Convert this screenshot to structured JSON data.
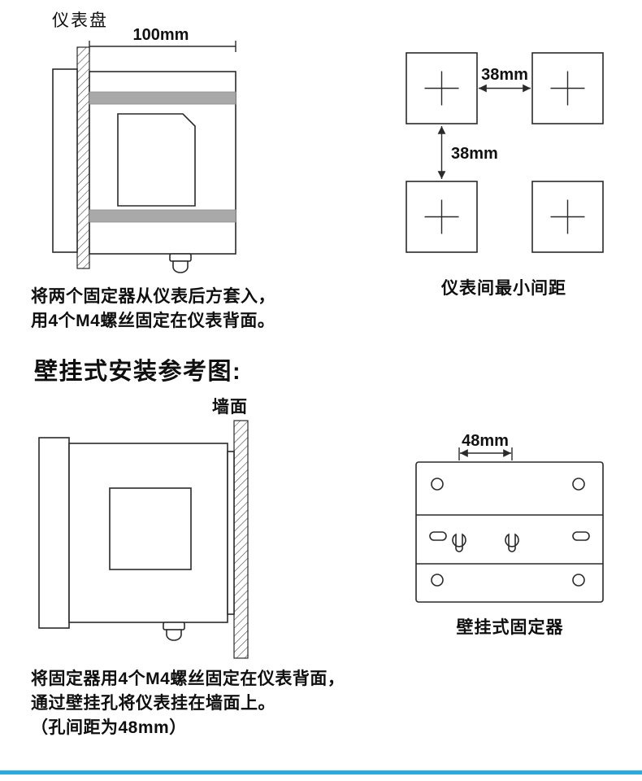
{
  "accent": {
    "bar_color": "#29abe2"
  },
  "panel_section": {
    "title": "仪表盘",
    "dim_width_label": "100mm",
    "instructions": [
      "将两个固定器从仪表后方套入，",
      "用4个M4螺丝固定在仪表背面。"
    ]
  },
  "spacing_diagram": {
    "horizontal_dim_label": "38mm",
    "vertical_dim_label": "38mm",
    "caption": "仪表间最小间距"
  },
  "wall_section": {
    "heading": "壁挂式安装参考图:",
    "wall_label": "墙面",
    "instructions": [
      "将固定器用4个M4螺丝固定在仪表背面，",
      "通过壁挂孔将仪表挂在墙面上。",
      "（孔间距为48mm）"
    ]
  },
  "fixer_diagram": {
    "dim_label": "48mm",
    "caption": "壁挂式固定器"
  }
}
